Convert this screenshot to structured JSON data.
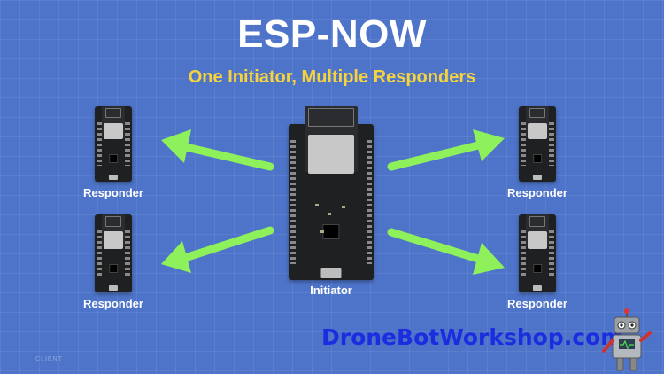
{
  "title": "ESP-NOW",
  "subtitle": "One Initiator, Multiple Responders",
  "initiator_label": "Initiator",
  "responder_labels": [
    "Responder",
    "Responder",
    "Responder",
    "Responder"
  ],
  "brand": "DroneBotWorkshop.com",
  "watermark": "CLIENT",
  "colors": {
    "background": "#4e74c9",
    "title": "#ffffff",
    "subtitle": "#f5d33d",
    "arrow": "#8ef05a",
    "brand": "#1c2de0"
  },
  "icons": [
    "esp32-board",
    "arrow",
    "robot-mascot-icon"
  ]
}
